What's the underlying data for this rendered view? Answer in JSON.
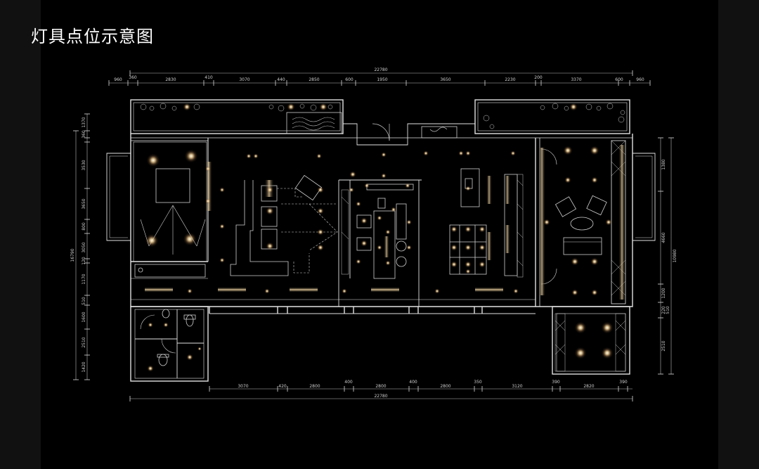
{
  "title": "灯具点位示意图",
  "dimensions": {
    "top_total": "22780",
    "top_segments": [
      "960",
      "2830",
      "410",
      "3070",
      "440",
      "2850",
      "600",
      "1950",
      "3650",
      "2230",
      "200",
      "3370",
      "600",
      "960"
    ],
    "top_small": [
      "360",
      "600"
    ],
    "bottom_total": "22780",
    "bottom_segments": [
      "3070",
      "420",
      "2800",
      "400",
      "2800",
      "400",
      "2800",
      "350",
      "3120",
      "390",
      "2820",
      "390"
    ],
    "left_outer": "16790",
    "left_segments": [
      "1370",
      "360",
      "200",
      "3530",
      "3650",
      "800",
      "3050",
      "120",
      "1170",
      "510",
      "1600",
      "2510",
      "1420"
    ],
    "right_outer": "10980",
    "right_segments": [
      "1380",
      "4660",
      "1200",
      "220",
      "510",
      "2510"
    ]
  },
  "colors": {
    "background": "#000000",
    "line": "#d8d8d8",
    "light": "#fff6d8",
    "glow": "#f3c98a"
  }
}
